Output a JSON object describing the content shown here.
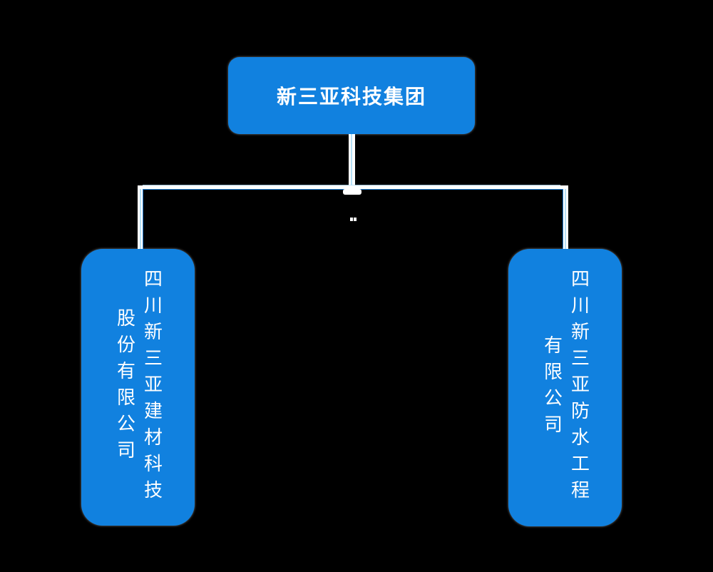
{
  "diagram": {
    "type": "org-tree",
    "root": {
      "label": "新三亚科技集团"
    },
    "children": [
      {
        "full_name": "四川新三亚建材科技股份有限公司",
        "line1": "四川新三亚建材科技",
        "line2": "股份有限公司"
      },
      {
        "full_name": "四川新三亚防水工程有限公司",
        "line1": "四川新三亚防水工程",
        "line2": "有限公司"
      }
    ],
    "colors": {
      "background": "#000000",
      "node_fill": "#1181DF",
      "node_text": "#FFFFFF",
      "connector_white": "#FFFFFF",
      "connector_blue": "#1E7FD6",
      "connector_light": "#B5E0F7"
    }
  }
}
